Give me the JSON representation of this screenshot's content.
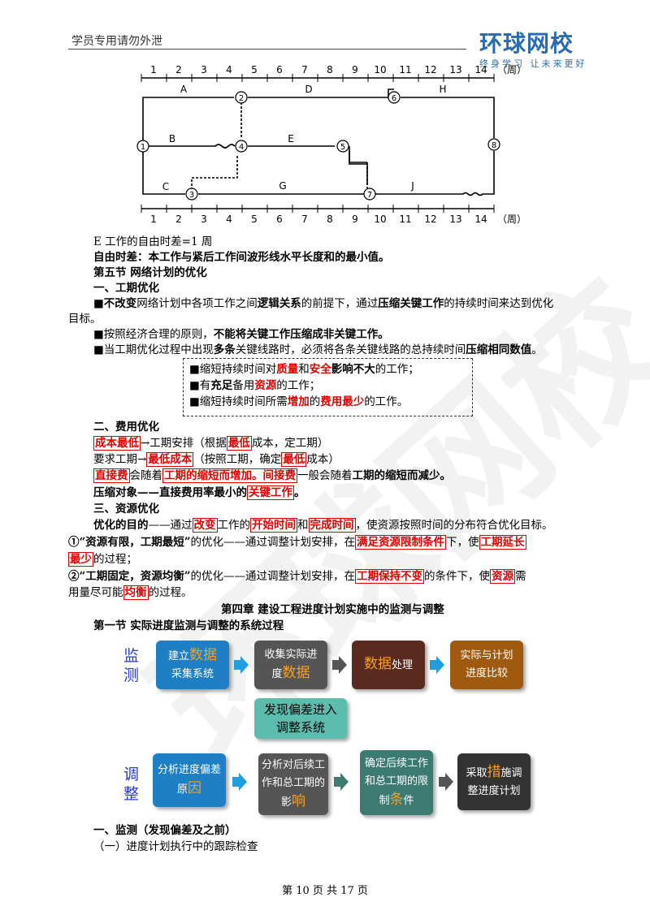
{
  "header": {
    "left": "学员专用请勿外泄",
    "logo": "环球网校",
    "logo_sub": "终身学习 让未来更好"
  },
  "network": {
    "top_ticks": [
      "1",
      "2",
      "3",
      "4",
      "5",
      "6",
      "7",
      "8",
      "9",
      "10",
      "11",
      "12",
      "13",
      "14"
    ],
    "bottom_ticks": [
      "1",
      "2",
      "3",
      "4",
      "5",
      "6",
      "7",
      "8",
      "9",
      "10",
      "11",
      "12",
      "13",
      "14"
    ],
    "unit": "（周）",
    "nodes": [
      "1",
      "2",
      "3",
      "4",
      "5",
      "6",
      "7",
      "8"
    ],
    "activities": [
      "A",
      "B",
      "C",
      "D",
      "E",
      "G",
      "H",
      "J"
    ]
  },
  "l1": "E 工作的自由时差=1 周",
  "l2": "自由时差：本工作与紧后工作间波形线水平长度和的最小值。",
  "l3": "第五节 网络计划的优化",
  "l4": "一、工期优化",
  "l5a": "■",
  "l5b": "不改变",
  "l5c": "网络计划中各项工作之间",
  "l5d": "逻辑关系",
  "l5e": "的前提下，通过",
  "l5f": "压缩关键工作",
  "l5g": "的持续时间来达到优化",
  "l6": "目标。",
  "l7a": "■按照经济合理的原则，",
  "l7b": "不能将关键工作压缩成非关键工作。",
  "l8a": "■当工期优化过程中出现",
  "l8b": "多条",
  "l8c": "关键线路时，必须将各条关键线路的总持续时间",
  "l8d": "压缩相同数值",
  "l8e": "。",
  "d1a": "■缩短持续时间对",
  "d1b": "质量",
  "d1c": "和",
  "d1d": "安全",
  "d1e": "影响不大",
  "d1f": "的工作；",
  "d2a": "■有",
  "d2b": "充足",
  "d2c": "备用",
  "d2d": "资源",
  "d2e": "的工作；",
  "d3a": "■缩短持续时间所需",
  "d3b": "增加",
  "d3c": "的",
  "d3d": "费用最少",
  "d3e": "的工作。",
  "s2": "二、费用优化",
  "c1a": "成本最低",
  "c1b": "→工期安排（根据",
  "c1c": "最低",
  "c1d": "成本，定工期）",
  "c2a": "要求工期→",
  "c2b": "最低成本",
  "c2c": "（按照工期，确定",
  "c2d": "最低",
  "c2e": "成本）",
  "c3a": "直接费",
  "c3b": "会随着",
  "c3c": "工期的缩短而增加。间接费",
  "c3d": "一般会随着",
  "c3e": "工期的缩短而减少。",
  "c4a": "压缩对象——直接费用率最小的",
  "c4b": "关键工作",
  "c4c": "。",
  "s3": "三、资源优化",
  "r1a": "优化的目的",
  "r1b": "——通过",
  "r1c": "改变",
  "r1d": "工作的",
  "r1e": "开始时间",
  "r1f": "和",
  "r1g": "完成时间",
  "r1h": "，使资源按照时间的分布符合优化目标。",
  "r2a": "①“资源有限，工期最短”",
  "r2b": "的优化——通过调整计划安排，在",
  "r2c": "满足资源限制条件",
  "r2d": "下，使",
  "r2e": "工期延长",
  "r3a": "最少",
  "r3b": "的过程；",
  "r4a": "②“工期固定，资源均衡”",
  "r4b": "的优化——通过调整计划安排，在",
  "r4c": "工期保持不变",
  "r4d": "的条件下，使",
  "r4e": "资源",
  "r4f": "需",
  "r5a": "用量尽可能",
  "r5b": "均衡",
  "r5c": "的过程。",
  "ch4": "第四章 建设工程进度计划实施中的监测与调整",
  "sec1": "第一节 实际进度监测与调整的系统过程",
  "flow": {
    "monitor_label": [
      "监",
      "测"
    ],
    "adjust_label": [
      "调",
      "整"
    ],
    "m1a": "建立",
    "m1b": "数据",
    "m1c": "采集系统",
    "m2a": "收集实际进",
    "m2b": "度",
    "m2c": "数据",
    "m3a": "数据",
    "m3b": "处理",
    "m4": "实际与计划进度比较",
    "mid": "发现偏差进入调整系统",
    "a1a": "分析进度偏差原",
    "a1b": "因",
    "a2a": "分析对后续工作和总工期的影",
    "a2b": "响",
    "a3a": "确定后续工作和总工期的限制",
    "a3b": "条",
    "a3c": "件",
    "a4a": "采取",
    "a4b": "措",
    "a4c": "施调整进度计划"
  },
  "e1": "一、监测（发现偏差及之前）",
  "e2": "（一）进度计划执行中的跟踪检查",
  "footer": "第 10 页 共 17 页",
  "colors": {
    "blue": "#1f7fc4",
    "gray": "#555555",
    "brown": "#5a2a1e",
    "orange": "#a05a10",
    "teal": "#4aa69a",
    "arrow": "#1f9fe0"
  }
}
